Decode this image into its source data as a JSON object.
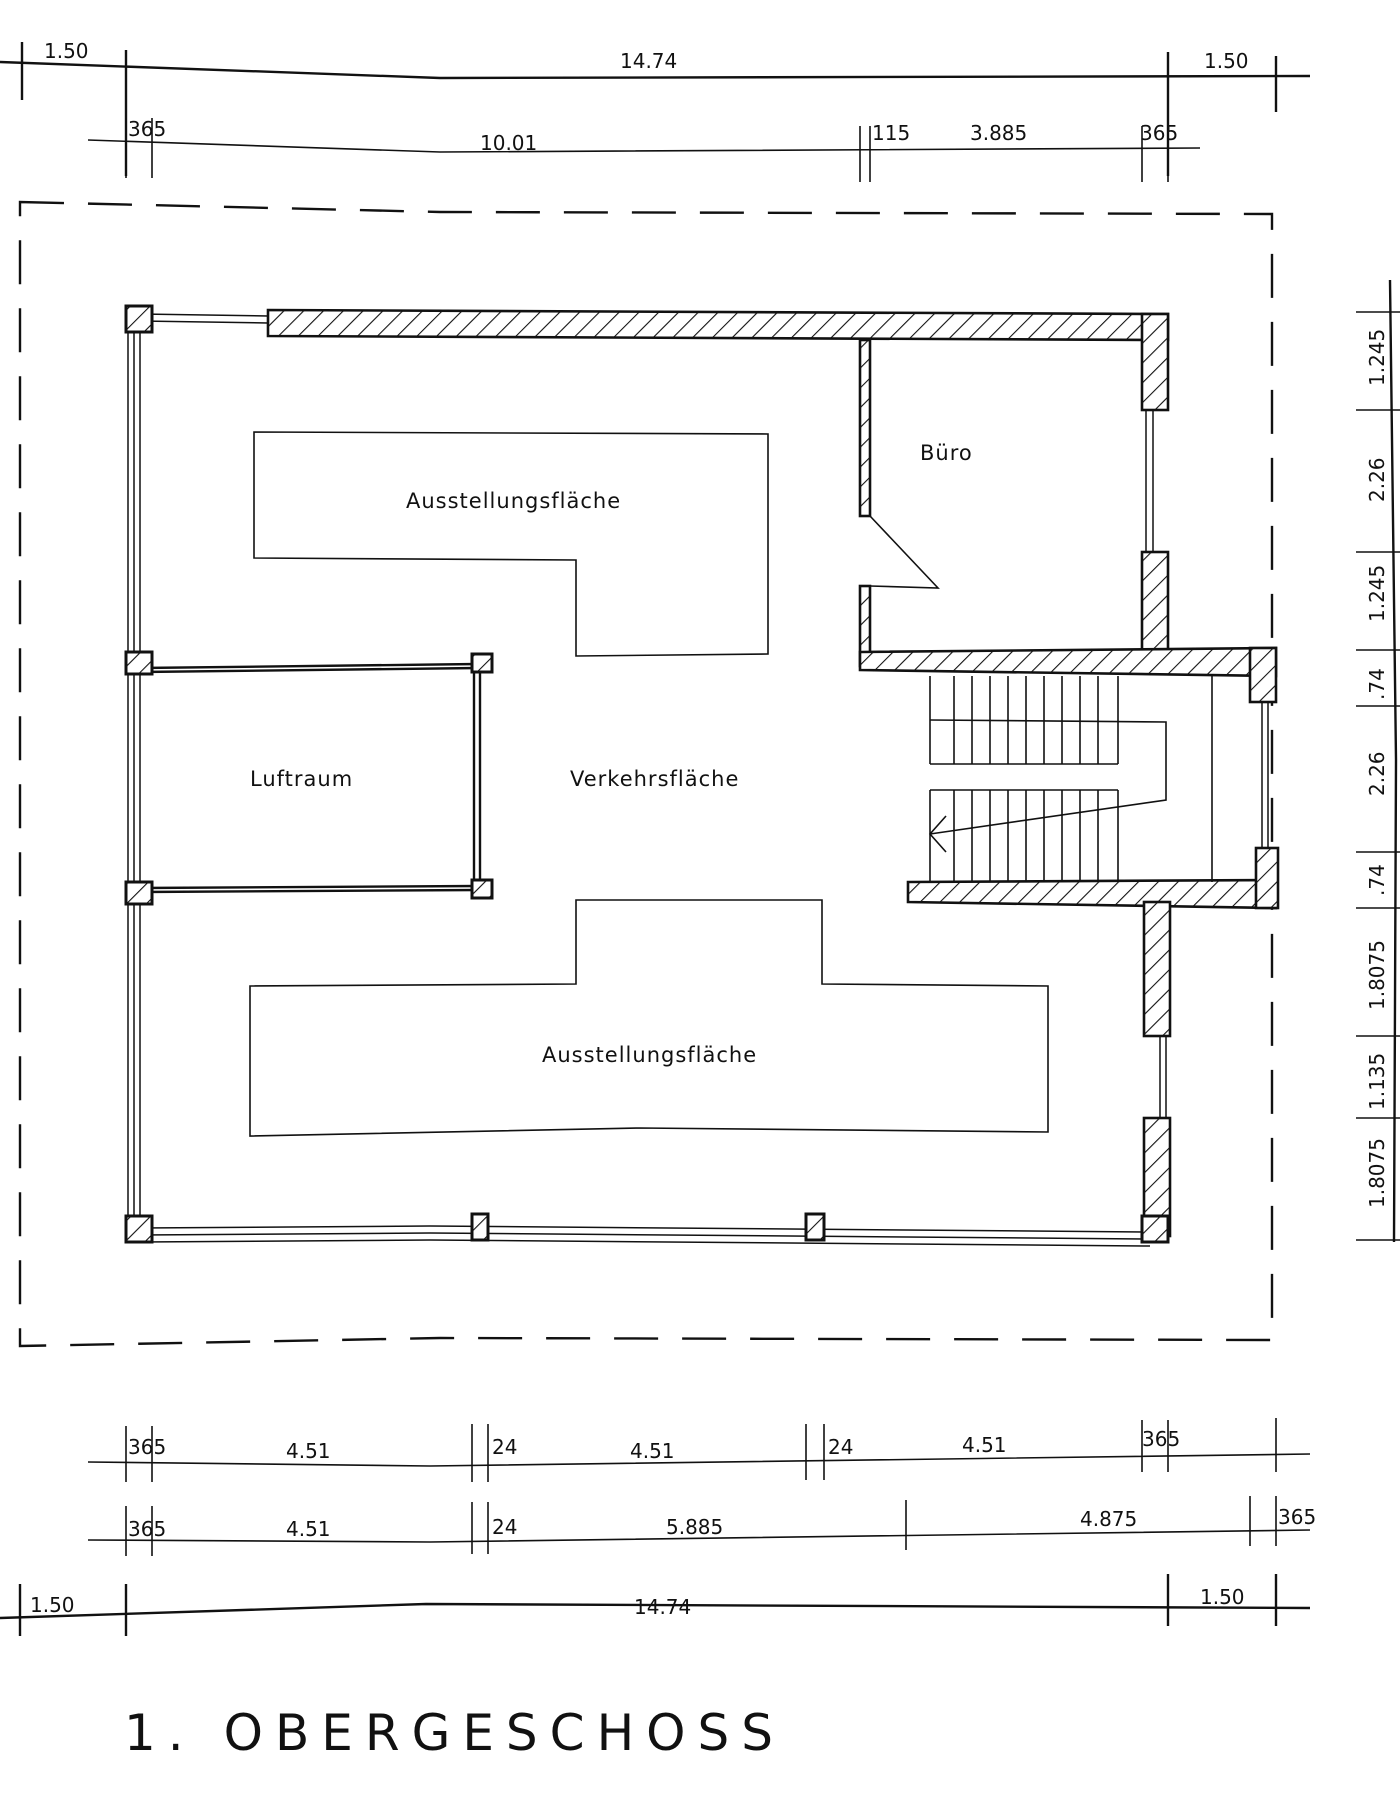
{
  "title": "1. OBERGESCHOSS",
  "rooms": {
    "exhibition_top": "Ausstellungsfläche",
    "office": "Büro",
    "void": "Luftraum",
    "circulation": "Verkehrsfläche",
    "exhibition_bottom": "Ausstellungsfläche"
  },
  "dims_top": {
    "row1": [
      "1.50",
      "14.74",
      "1.50"
    ],
    "row2": [
      "365",
      "10.01",
      "115",
      "3.885",
      "365"
    ]
  },
  "dims_bottom": {
    "row1": [
      "365",
      "4.51",
      "24",
      "4.51",
      "24",
      "4.51",
      "365"
    ],
    "row2": [
      "365",
      "4.51",
      "24",
      "5.885",
      "4.875",
      "365"
    ],
    "row3": [
      "1.50",
      "14.74",
      "1.50"
    ]
  },
  "dims_right": [
    "1.245",
    "2.26",
    "1.245",
    ".74",
    "2.26",
    ".74",
    "1.8075",
    "1.135",
    "1.8075"
  ]
}
